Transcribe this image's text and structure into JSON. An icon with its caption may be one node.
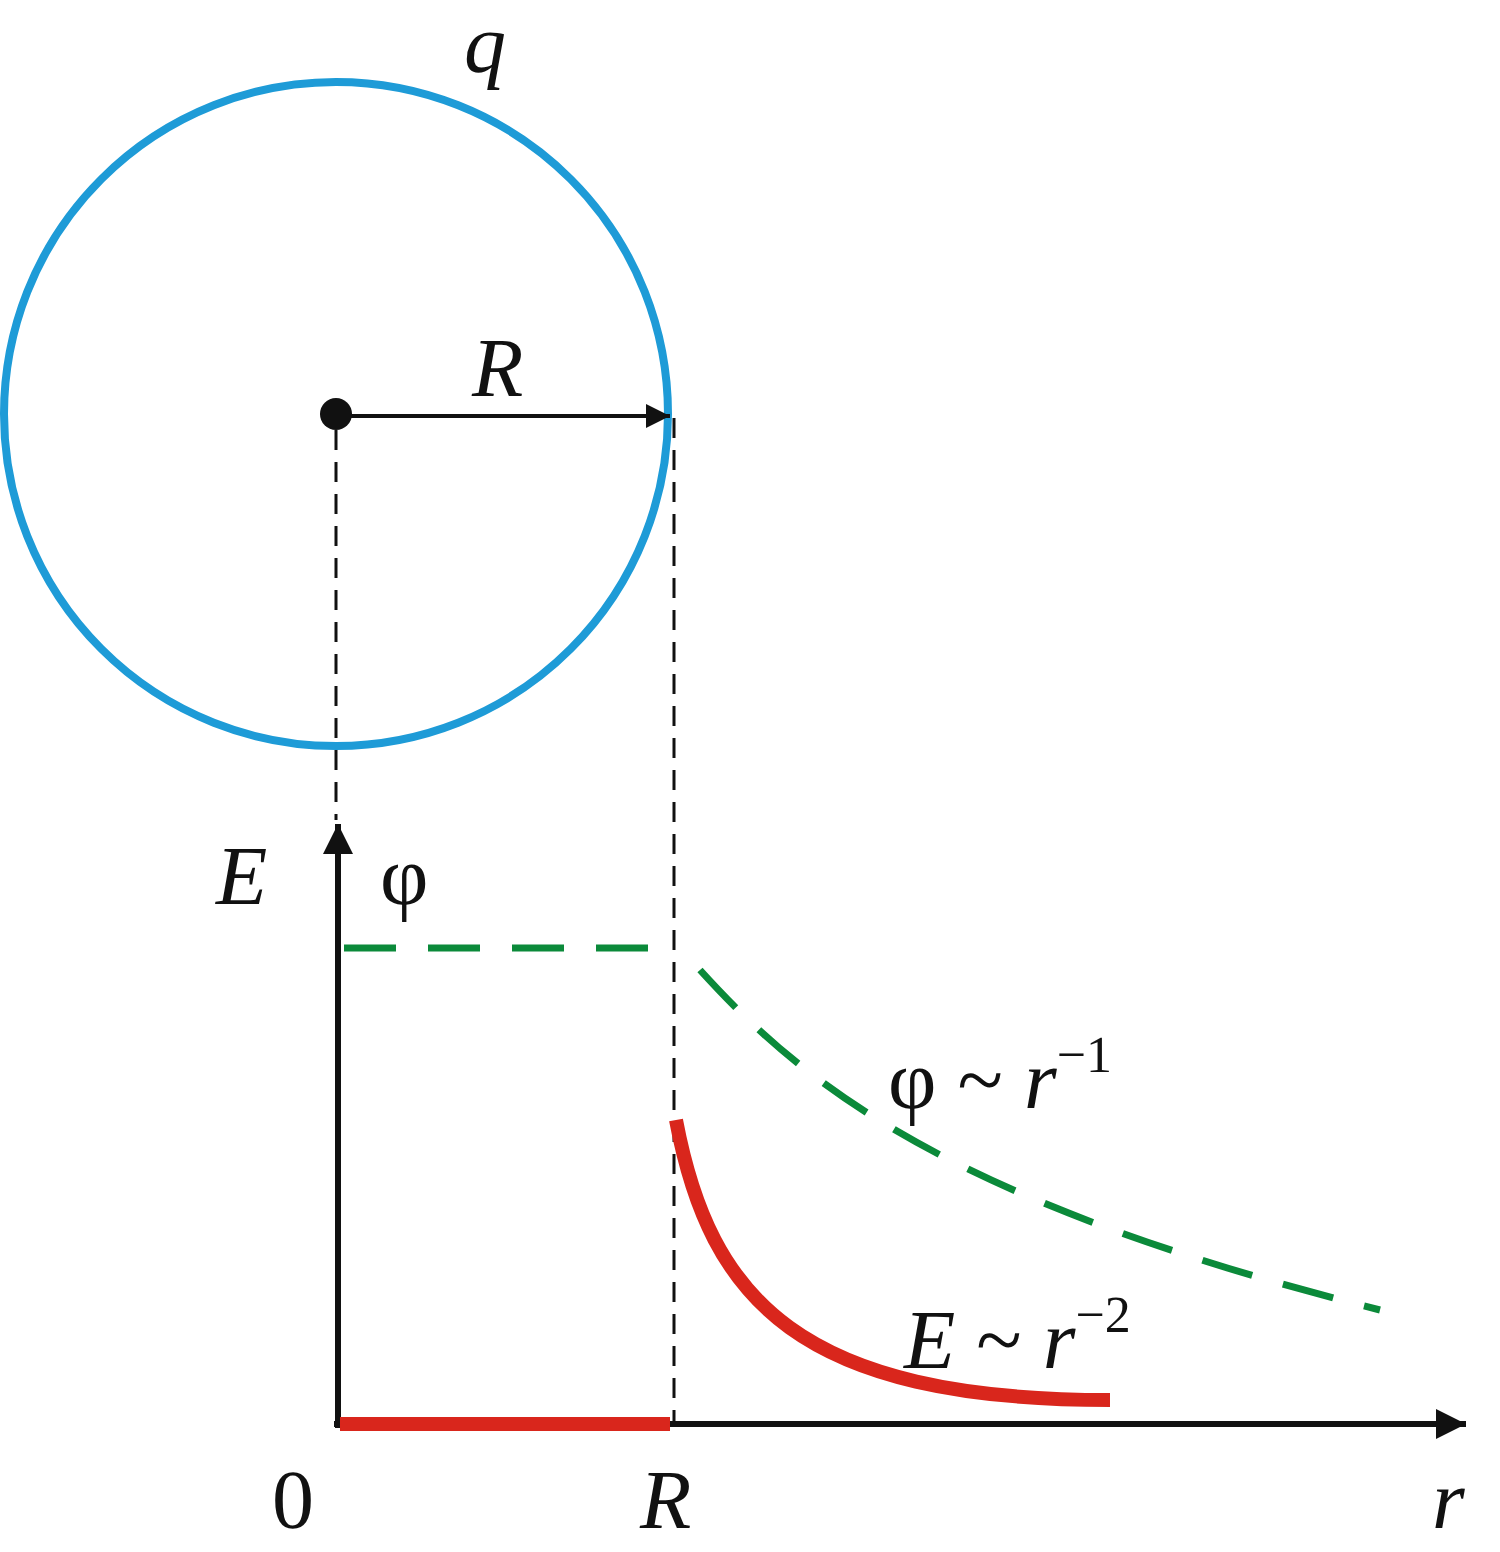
{
  "diagram": {
    "labels": [
      "*q*",
      "*R*",
      "*E*",
      "φ",
      "φ ~ *r*$^{−1}$",
      "*E* ~ *r*$^{−2}$",
      "0",
      "*R*",
      "*r*"
    ]
  }
}
